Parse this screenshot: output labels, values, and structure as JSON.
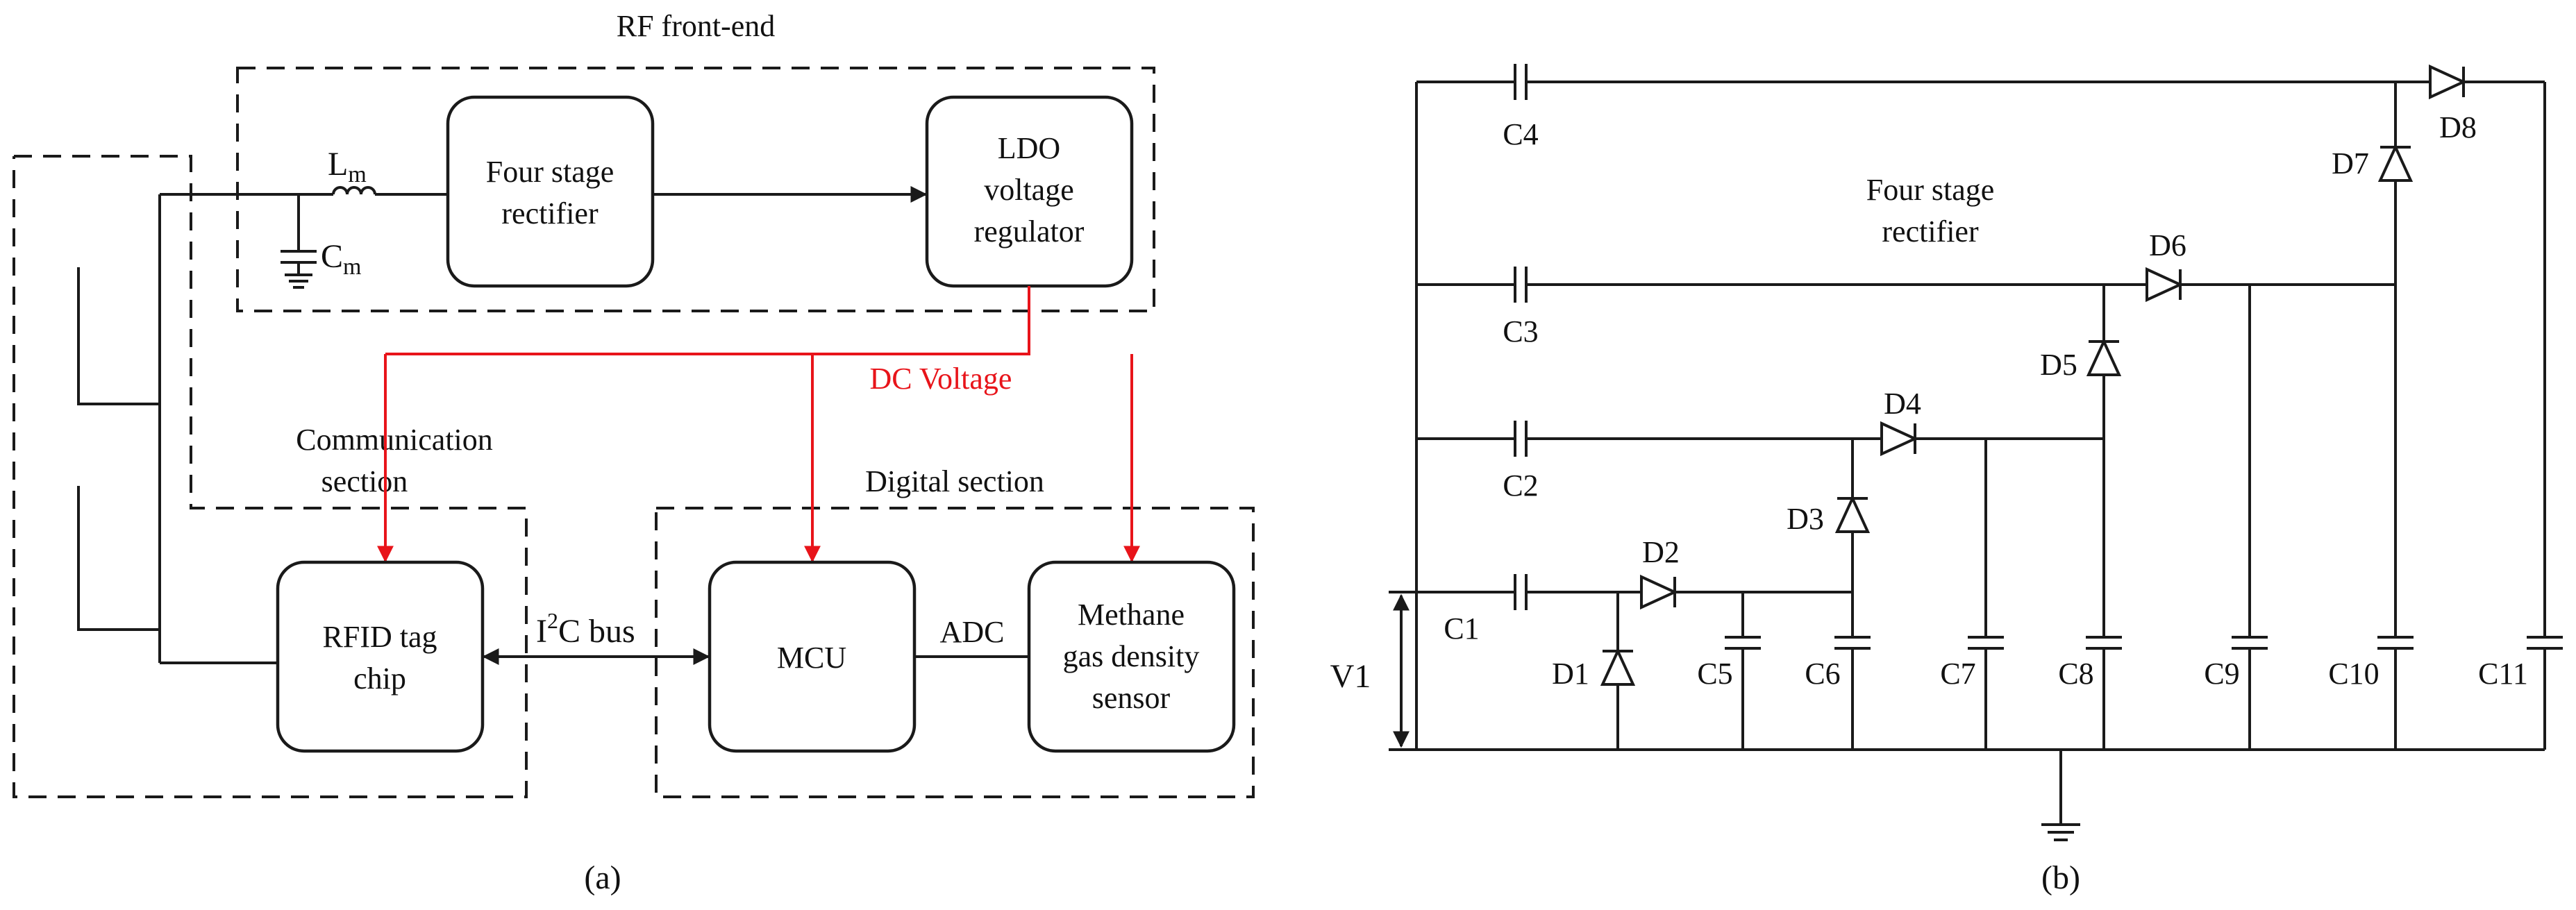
{
  "panel_a": {
    "caption": "(a)",
    "rf_frontend_label": "RF front-end",
    "inductor_label": "L",
    "inductor_sub": "m",
    "capacitor_label": "C",
    "capacitor_sub": "m",
    "rectifier": [
      "Four stage",
      "rectifier"
    ],
    "ldo": [
      "LDO",
      "voltage",
      "regulator"
    ],
    "dc_voltage": "DC Voltage",
    "communication_label": [
      "Communication",
      "section"
    ],
    "digital_label": "Digital section",
    "rfid": [
      "RFID tag",
      "chip"
    ],
    "i2c_prefix": "I",
    "i2c_sup": "2",
    "i2c_suffix": "C bus",
    "mcu": "MCU",
    "adc": "ADC",
    "sensor": [
      "Methane",
      "gas density",
      "sensor"
    ]
  },
  "panel_b": {
    "caption": "(b)",
    "rectifier_label": [
      "Four stage",
      "rectifier"
    ],
    "source": "V1",
    "capacitors": [
      "C1",
      "C2",
      "C3",
      "C4",
      "C5",
      "C6",
      "C7",
      "C8",
      "C9",
      "C10",
      "C11"
    ],
    "diodes": [
      "D1",
      "D2",
      "D3",
      "D4",
      "D5",
      "D6",
      "D7",
      "D8"
    ]
  },
  "colors": {
    "dc_line": "#e8141a",
    "ink": "#1a1a1a"
  }
}
